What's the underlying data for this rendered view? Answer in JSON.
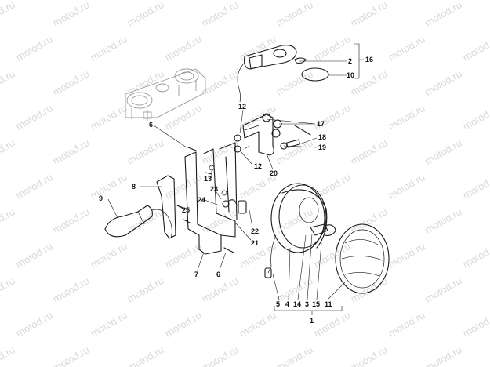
{
  "watermark": {
    "text": "motod.ru"
  },
  "callouts": {
    "c1": "1",
    "c2": "2",
    "c3": "3",
    "c4": "4",
    "c5": "5",
    "c6a": "6",
    "c6b": "6",
    "c7": "7",
    "c8": "8",
    "c9": "9",
    "c10": "10",
    "c11": "11",
    "c12a": "12",
    "c12b": "12",
    "c13": "13",
    "c14": "14",
    "c15": "15",
    "c16": "16",
    "c17": "17",
    "c18": "18",
    "c19": "19",
    "c20": "20",
    "c21": "21",
    "c22": "22",
    "c23": "23",
    "c24": "24",
    "c25": "25"
  }
}
